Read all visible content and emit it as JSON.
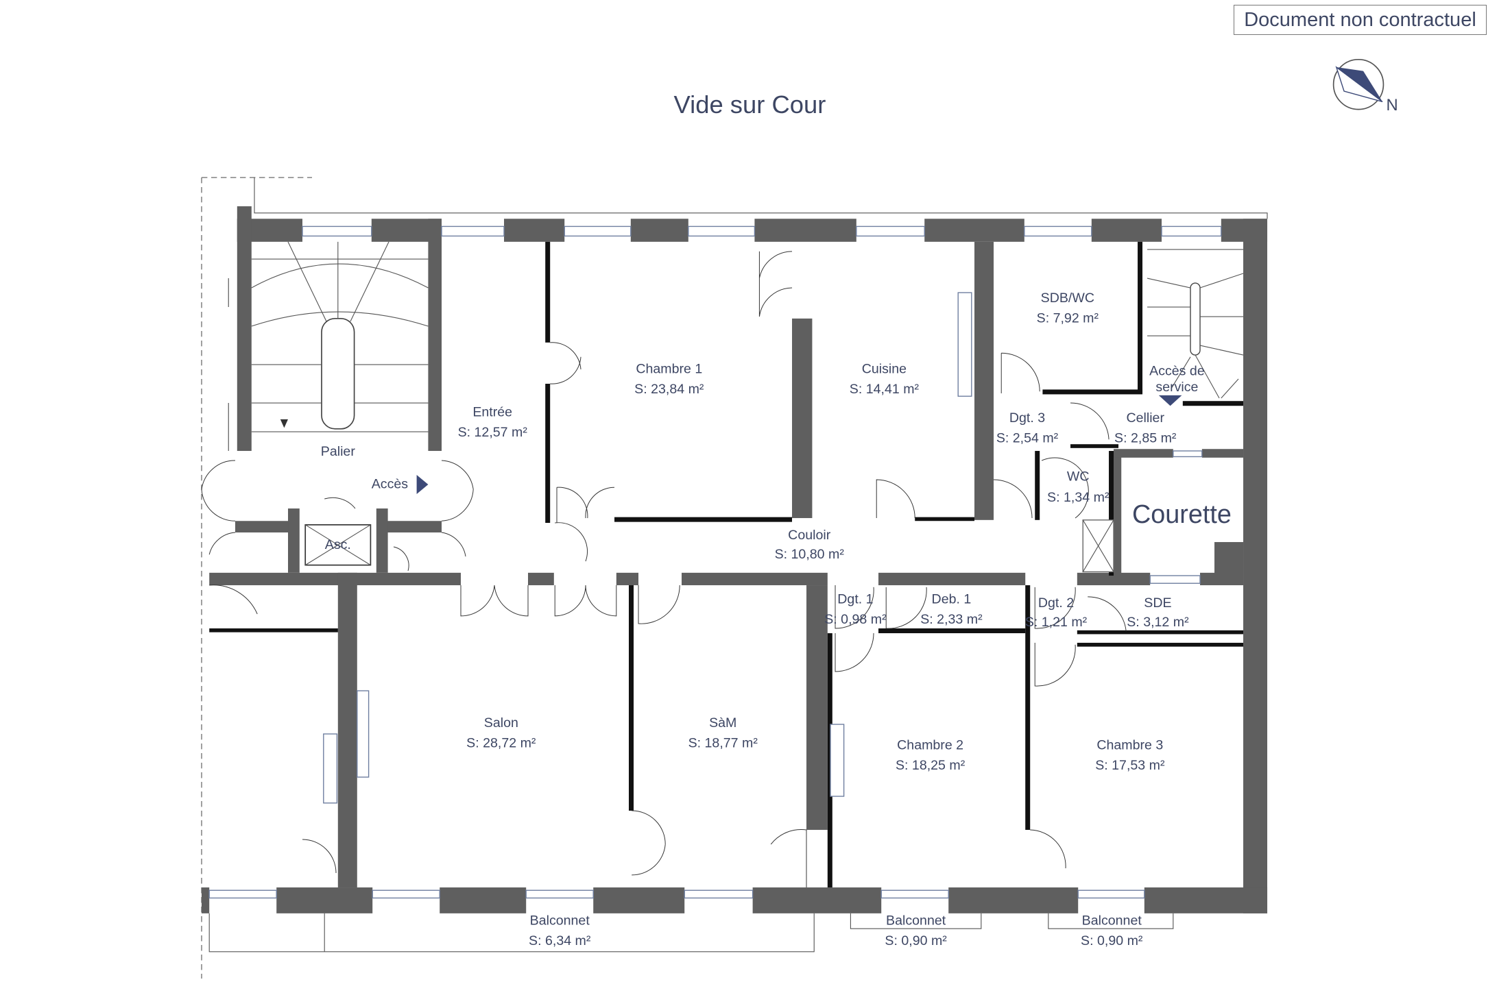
{
  "header": {
    "title": "Vide sur Cour",
    "disclaimer": "Document non contractuel",
    "compass_label": "N"
  },
  "colors": {
    "wall": "#5f5f5f",
    "text": "#3d4663"
  },
  "rooms": {
    "palier": {
      "name": "Palier"
    },
    "acces": {
      "name": "Accès"
    },
    "asc": {
      "name": "Asc."
    },
    "entree": {
      "name": "Entrée",
      "area": "S: 12,57 m²"
    },
    "chambre1": {
      "name": "Chambre 1",
      "area": "S: 23,84 m²"
    },
    "cuisine": {
      "name": "Cuisine",
      "area": "S: 14,41 m²"
    },
    "sdbwc": {
      "name": "SDB/WC",
      "area": "S: 7,92 m²"
    },
    "acces_service": {
      "line1": "Accès de",
      "line2": "service"
    },
    "dgt3": {
      "name": "Dgt. 3",
      "area": "S: 2,54 m²"
    },
    "cellier": {
      "name": "Cellier",
      "area": "S: 2,85 m²"
    },
    "wc": {
      "name": "WC",
      "area": "S: 1,34 m²"
    },
    "courette": {
      "name": "Courette"
    },
    "couloir": {
      "name": "Couloir",
      "area": "S: 10,80 m²"
    },
    "dgt1": {
      "name": "Dgt. 1",
      "area": "S: 0,98 m²"
    },
    "deb1": {
      "name": "Deb. 1",
      "area": "S: 2,33 m²"
    },
    "dgt2": {
      "name": "Dgt. 2",
      "area": "S: 1,21 m²"
    },
    "sde": {
      "name": "SDE",
      "area": "S: 3,12 m²"
    },
    "salon": {
      "name": "Salon",
      "area": "S: 28,72 m²"
    },
    "sam": {
      "name": "SàM",
      "area": "S: 18,77 m²"
    },
    "chambre2": {
      "name": "Chambre 2",
      "area": "S: 18,25 m²"
    },
    "chambre3": {
      "name": "Chambre 3",
      "area": "S: 17,53 m²"
    },
    "balconnet1": {
      "name": "Balconnet",
      "area": "S: 6,34 m²"
    },
    "balconnet2": {
      "name": "Balconnet",
      "area": "S: 0,90 m²"
    },
    "balconnet3": {
      "name": "Balconnet",
      "area": "S: 0,90 m²"
    }
  }
}
